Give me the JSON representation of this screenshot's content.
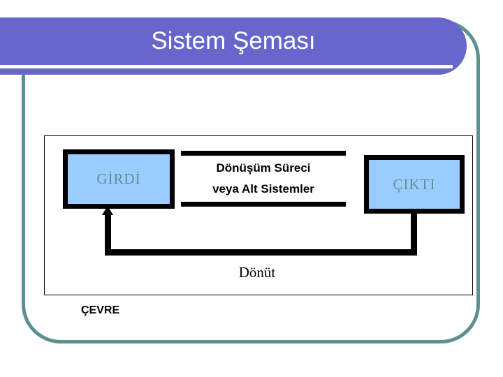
{
  "slide": {
    "title": "Sistem Şeması",
    "frame_color": "#5f9090",
    "banner_color": "#6666cc",
    "title_color": "#ffffff",
    "background_color": "#ffffff"
  },
  "diagram": {
    "type": "system-schematic-flow",
    "environment_label": "ÇEVRE",
    "box_fill_color": "#99ccff",
    "box_border_color": "#000000",
    "box_text_color": "#5f8f95",
    "input": {
      "label": "GİRDİ"
    },
    "process": {
      "line1": "Dönüşüm Süreci",
      "line2": "veya Alt Sistemler"
    },
    "output": {
      "label": "ÇIKTI"
    },
    "feedback": {
      "label": "Dönüt"
    }
  }
}
